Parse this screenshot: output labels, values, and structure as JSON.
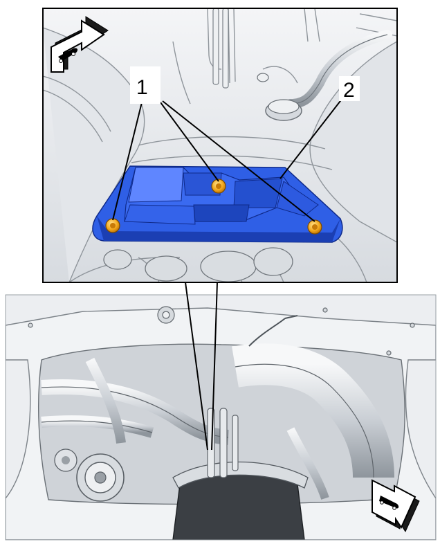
{
  "callouts": [
    {
      "id": "1",
      "label": "1"
    },
    {
      "id": "2",
      "label": "2"
    }
  ],
  "icons": {
    "forward_arrow": "vehicle-forward-arrow-icon",
    "side_arrow": "vehicle-direction-arrow-icon"
  },
  "colors": {
    "module_fill": "#2f5fe6",
    "module_dark": "#1b3fb3",
    "module_light": "#5f86ff",
    "nut_fill": "#f3a81c",
    "nut_dark": "#b86d05",
    "line_art": "#9aa0a6",
    "line_art_dark": "#5c6166",
    "panel_bg": "#e9ecef"
  }
}
